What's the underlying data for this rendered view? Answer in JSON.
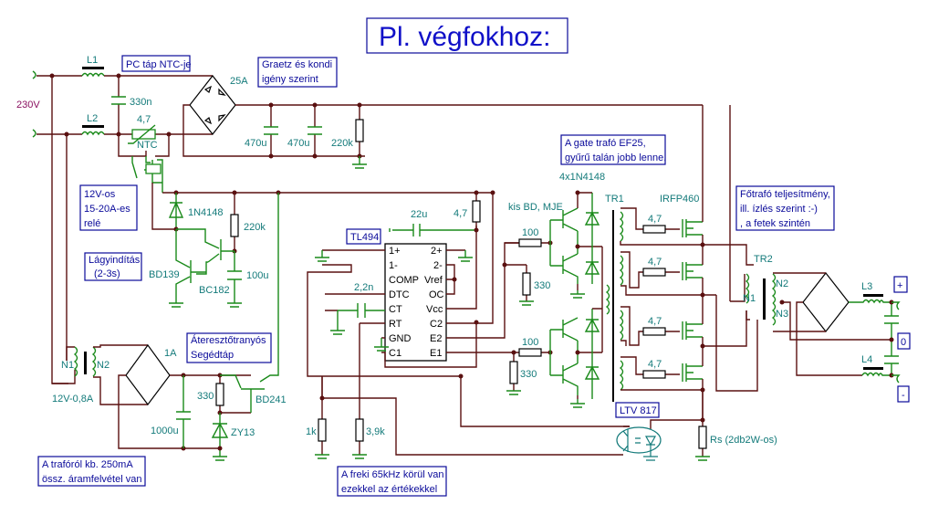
{
  "title": "Pl. végfokhoz:",
  "input_voltage": "230V",
  "notes": {
    "pc_ntc": "PC táp NTC-je",
    "graetz": [
      "Graetz és kondi",
      "igény szerint"
    ],
    "relay": [
      "12V-os",
      "15-20A-es",
      "relé"
    ],
    "softstart": [
      "Lágyindítás",
      "(2-3s)"
    ],
    "aux": [
      "Áteresztőtranyós",
      "Segédtáp"
    ],
    "trafo_current": [
      "A trafóról kb. 250mA",
      "össz. áramfelvétel van"
    ],
    "gate_trafo": [
      "A gate trafó EF25,",
      "gyűrű talán jobb lenne."
    ],
    "main_trafo": [
      "Főtrafó teljesítmény,",
      "ill. ízlés szerint :-)",
      ", a fetek szintén"
    ],
    "freq": [
      "A freki 65kHz körül van",
      "ezekkel az értékekkel"
    ],
    "ic": "TL494",
    "opto": "LTV 817",
    "out_plus": "+",
    "out_zero": "0",
    "out_minus": "-"
  },
  "components": {
    "L1": "L1",
    "L2": "L2",
    "L3": "L3",
    "L4": "L4",
    "c_x": "330n",
    "ntc_value": "4,7",
    "ntc_label": "NTC",
    "bridge_main": "25A",
    "c_bulk1": "470u",
    "c_bulk2": "470u",
    "r_bleed": "220k",
    "d_relay": "1N4148",
    "r_soft": "220k",
    "c_soft": "100u",
    "q_bd139": "BD139",
    "q_bc182": "BC182",
    "aux_trafo": "12V-0,8A",
    "n1": "N1",
    "n2": "N2",
    "n3": "N3",
    "bridge_aux": "1A",
    "c_aux": "1000u",
    "r_zener": "330",
    "zener": "ZY13",
    "q_bd241": "BD241",
    "c_vcc": "22u",
    "r_vcc": "4,7",
    "c_ct": "2,2n",
    "r_1k": "1k",
    "r_rt": "3,9k",
    "r_b1": "100",
    "r_b2": "100",
    "r_bg1": "330",
    "r_bg2": "330",
    "drivers": "kis BD, MJE",
    "clamp_diodes": "4x1N4148",
    "tr1": "TR1",
    "tr2": "TR2",
    "mosfets": "IRFP460",
    "r_gate": [
      "4,7",
      "4,7",
      "4,7",
      "4,7"
    ],
    "rs": "Rs (2db2W-os)"
  },
  "tl494_pins": {
    "left": [
      "1+",
      "1-",
      "COMP",
      "DTC",
      "CT",
      "RT",
      "GND",
      "C1"
    ],
    "right": [
      "2+",
      "2-",
      "Vref",
      "OC",
      "Vcc",
      "C2",
      "E2",
      "E1"
    ]
  }
}
